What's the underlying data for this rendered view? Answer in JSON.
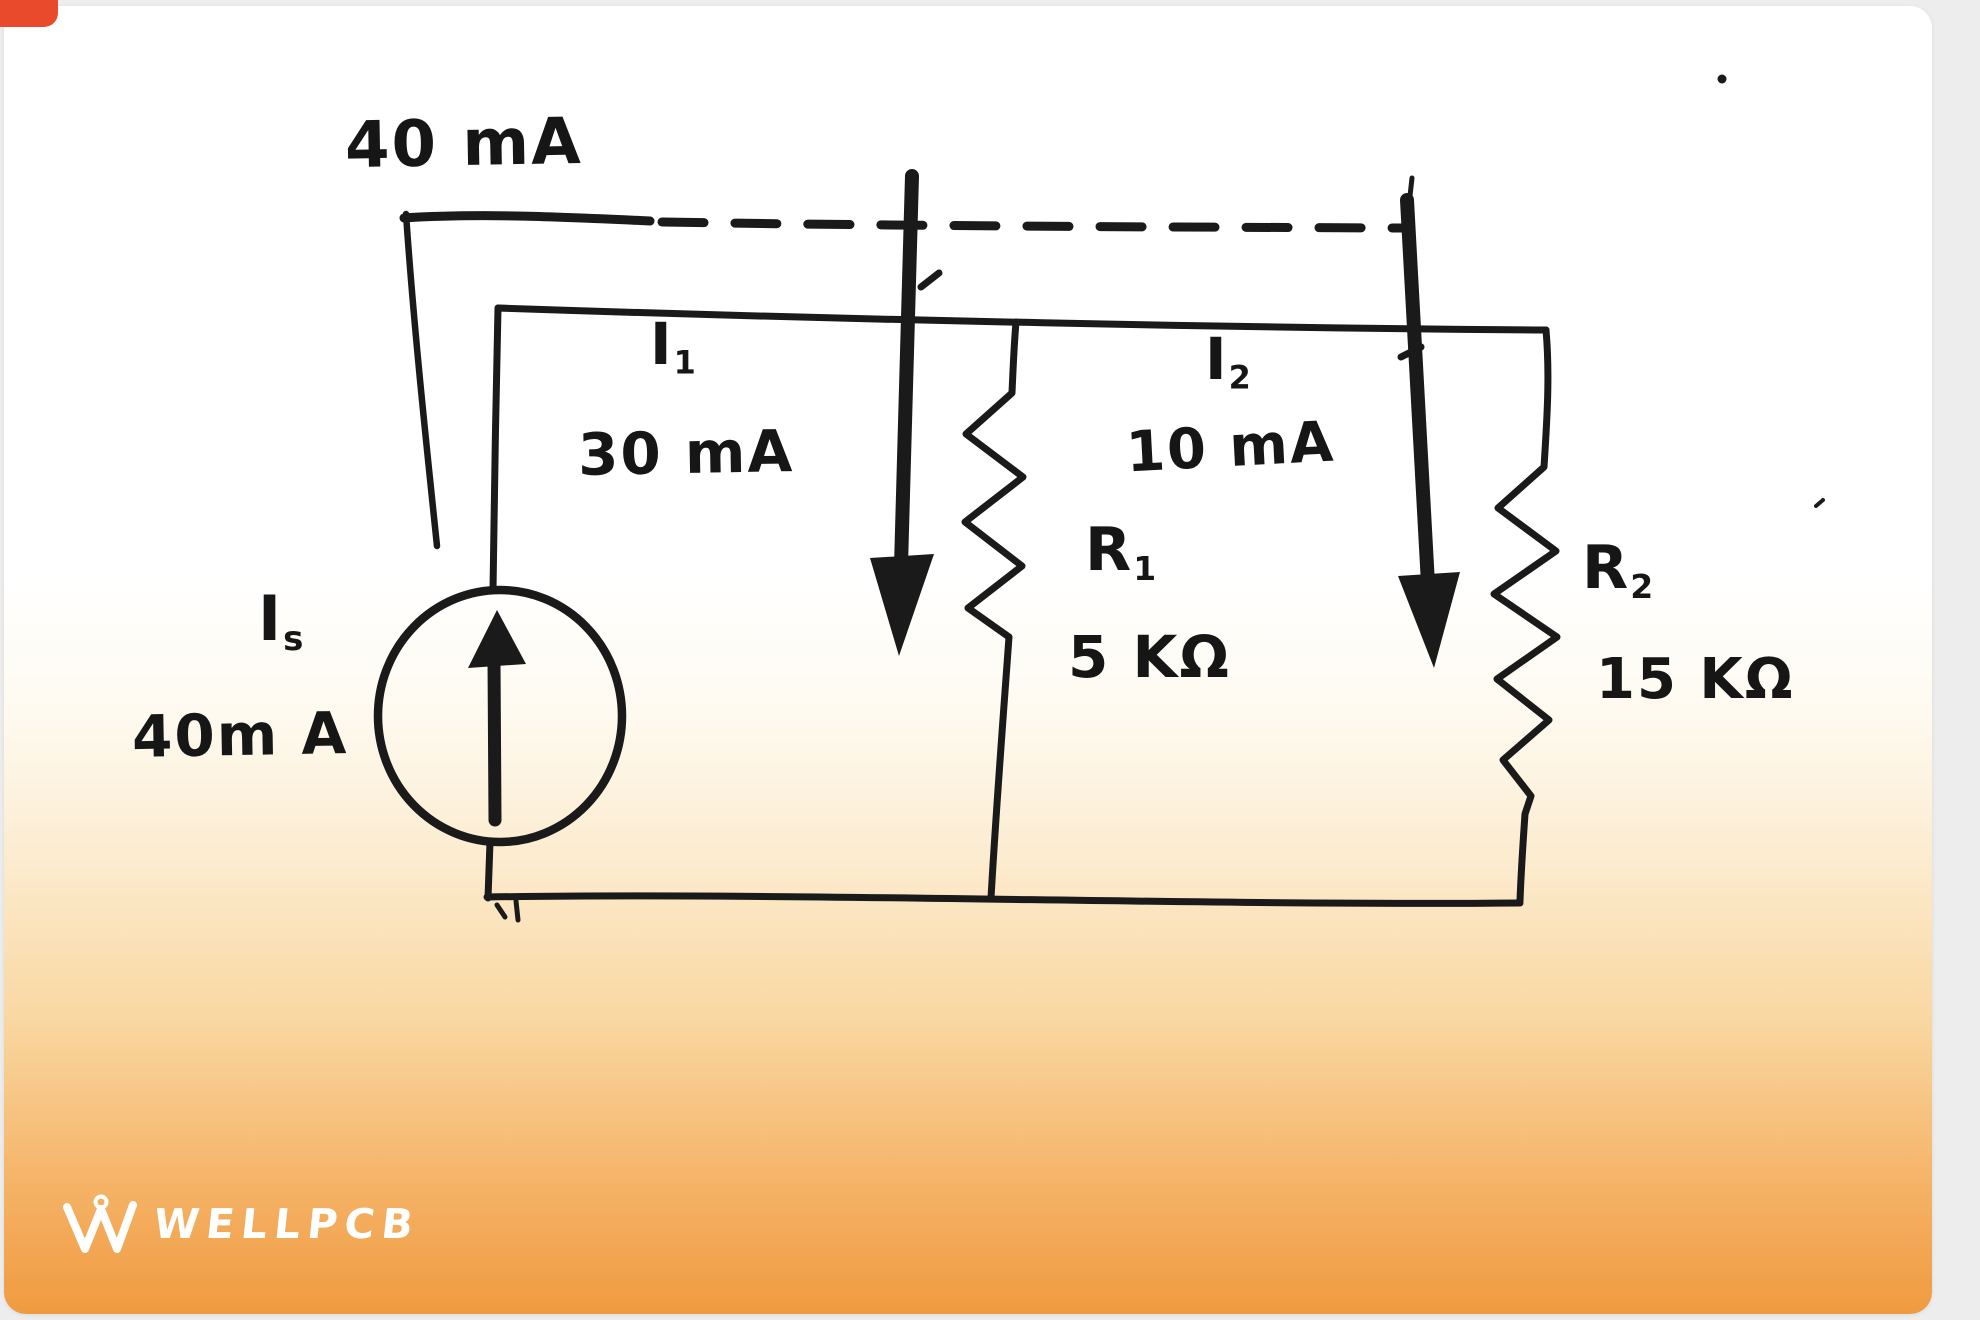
{
  "colors": {
    "ink": "#1a1a1a",
    "card_top": "#ffffff",
    "card_bottom_orange": "#f09a40",
    "corner_accent": "#e94a2b",
    "logo": "#ffffff",
    "page_background": "#ededed"
  },
  "circuit": {
    "top_current_label": "40 mA",
    "i1": {
      "name": "I",
      "sub": "1",
      "value": "30 mA"
    },
    "i2": {
      "name": "I",
      "sub": "2",
      "value": "10 mA"
    },
    "r1": {
      "name": "R",
      "sub": "1",
      "value": "5 KΩ"
    },
    "r2": {
      "name": "R",
      "sub": "2",
      "value": "15 KΩ"
    },
    "source": {
      "name": "I",
      "sub": "s",
      "value": "40m A"
    }
  },
  "footer": {
    "brand": "WELLPCB"
  }
}
